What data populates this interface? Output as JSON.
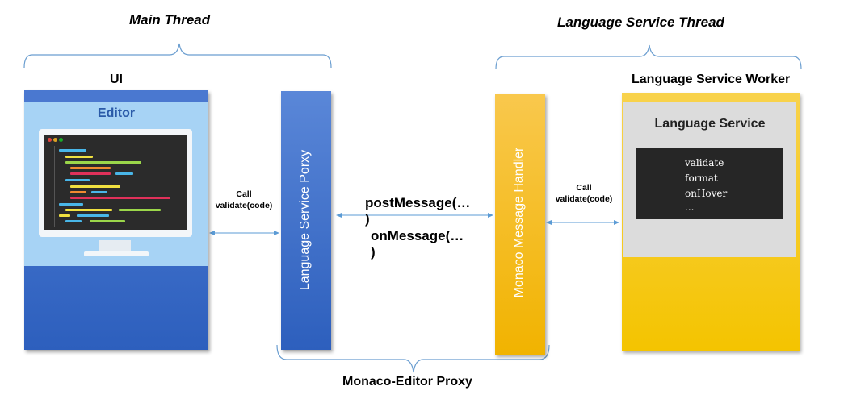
{
  "threads": {
    "main": "Main Thread",
    "language_service": "Language Service Thread"
  },
  "ui": {
    "title": "UI",
    "editor_title": "Editor"
  },
  "proxy": {
    "label": "Language Service Porxy"
  },
  "handler": {
    "label": "Monaco  Message Handler"
  },
  "worker": {
    "title": "Language Service Worker",
    "inner_title": "Language Service",
    "methods": [
      "validate",
      "format",
      "onHover",
      "..."
    ]
  },
  "edges": {
    "left_call": [
      "Call",
      "validate(code)"
    ],
    "right_call": [
      "Call",
      "validate(code)"
    ],
    "post_message": [
      "postMessage(…",
      ")"
    ],
    "on_message": [
      "onMessage(…",
      ")"
    ]
  },
  "bottom_label": "Monaco-Editor Proxy",
  "colors": {
    "blue": "#2d5fbd",
    "yellow": "#f4c400",
    "brace": "#6b9ed0",
    "arrow": "#5b9bd5"
  }
}
